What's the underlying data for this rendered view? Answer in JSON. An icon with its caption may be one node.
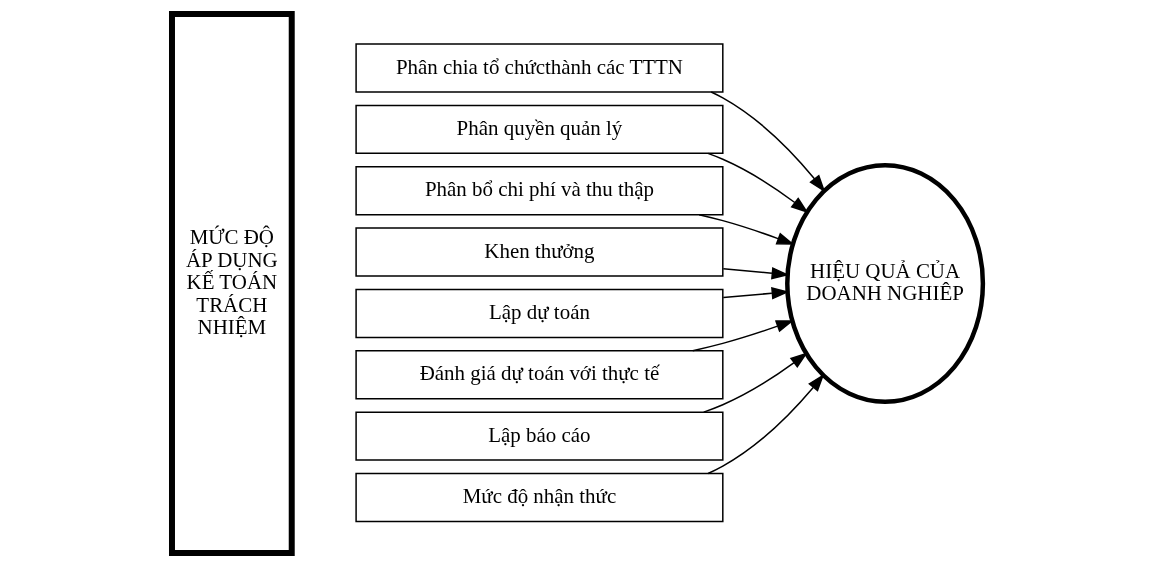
{
  "diagram": {
    "nodes": [
      {
        "text": [
          "MỨC ĐỘ ÁP DỤNG KẾ TOÁN TRÁCH NHIỆM"
        ]
      },
      {
        "text": [
          "Phân chia tổ chứcthành các TTTN"
        ]
      },
      {
        "text": [
          "Phân quyền quản lý"
        ]
      },
      {
        "text": [
          "Phân bổ chi phí và thu thập"
        ]
      },
      {
        "text": [
          "Khen thưởng"
        ]
      },
      {
        "text": [
          "Lập dự toán"
        ]
      },
      {
        "text": [
          "Đánh giá dự toán với thực tế"
        ]
      },
      {
        "text": [
          "Lập báo cáo"
        ]
      },
      {
        "text": [
          "Mức độ nhận thức"
        ]
      },
      {
        "text": [
          "HIỆU QUẢ CỦA DOANH NGHIÊP"
        ]
      }
    ],
    "edges": [
      {
        "from": 1,
        "to": 9,
        "arrow": "to"
      },
      {
        "from": 2,
        "to": 9,
        "arrow": "to"
      },
      {
        "from": 3,
        "to": 9,
        "arrow": "to"
      },
      {
        "from": 4,
        "to": 9,
        "arrow": "to"
      },
      {
        "from": 5,
        "to": 9,
        "arrow": "to"
      },
      {
        "from": 6,
        "to": 9,
        "arrow": "to"
      },
      {
        "from": 7,
        "to": 9,
        "arrow": "to"
      },
      {
        "from": 8,
        "to": 9,
        "arrow": "to"
      }
    ]
  }
}
